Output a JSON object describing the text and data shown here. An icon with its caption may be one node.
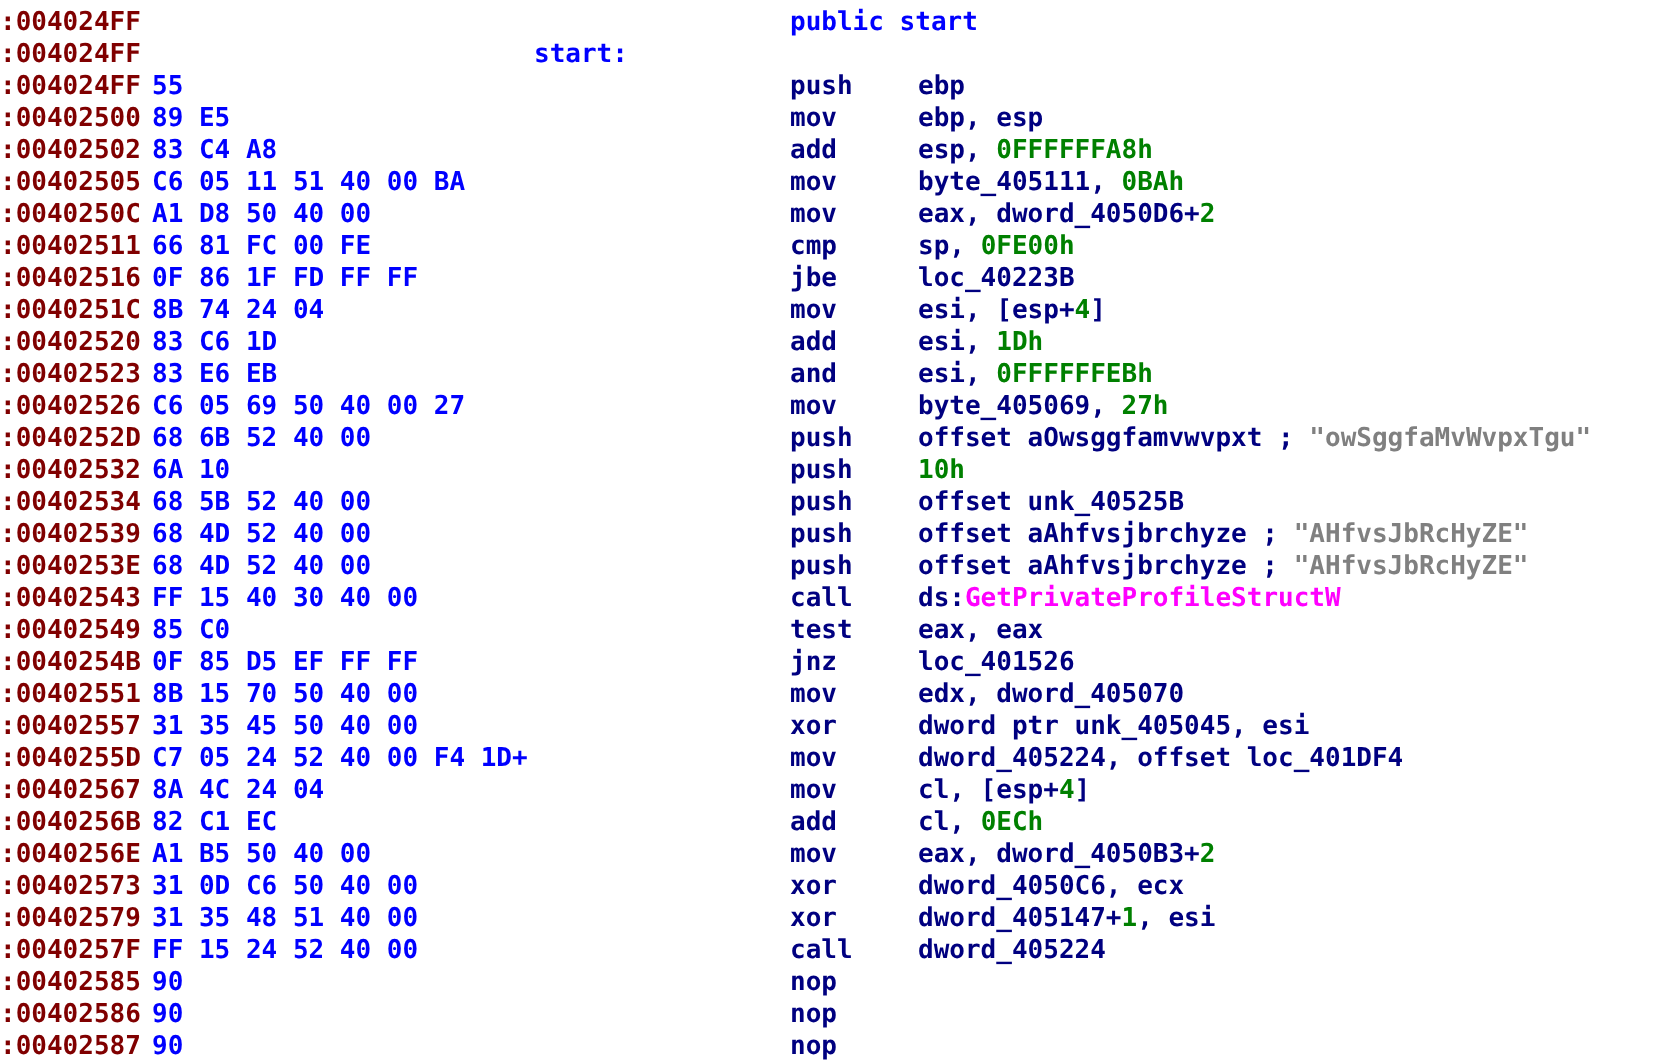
{
  "diagram": {
    "labels": [
      ":004024FF",
      "public start",
      ":004024FF",
      "start:",
      ":004024FF",
      "55",
      "push",
      "ebp",
      ":00402500",
      "89 E5",
      "mov",
      "ebp, esp",
      ":00402502",
      "83 C4 A8",
      "add",
      "esp, 0FFFFFFA8h",
      ":00402505",
      "C6 05 11 51 40 00 BA",
      "mov",
      "byte_405111, 0BAh",
      ":0040250C",
      "A1 D8 50 40 00",
      "mov",
      "eax, dword_4050D6+2",
      ":00402511",
      "66 81 FC 00 FE",
      "cmp",
      "sp, 0FE00h",
      ":00402516",
      "0F 86 1F FD FF FF",
      "jbe",
      "loc_40223B",
      ":0040251C",
      "8B 74 24 04",
      "mov",
      "esi, [esp+4]",
      ":00402520",
      "83 C6 1D",
      "add",
      "esi, 1Dh",
      ":00402523",
      "83 E6 EB",
      "and",
      "esi, 0FFFFFFEBh",
      ":00402526",
      "C6 05 69 50 40 00 27",
      "mov",
      "byte_405069, 27h",
      ":0040252D",
      "68 6B 52 40 00",
      "push",
      "offset aOwsggfamvwvpxt ; \"owSggfaMvWvpxTgu\"",
      ":00402532",
      "6A 10",
      "push",
      "10h",
      ":00402534",
      "68 5B 52 40 00",
      "push",
      "offset unk_40525B",
      ":00402539",
      "68 4D 52 40 00",
      "push",
      "offset aAhfvsjbrchyze ; \"AHfvsJbRcHyZE\"",
      ":0040253E",
      "68 4D 52 40 00",
      "push",
      "offset aAhfvsjbrchyze ; \"AHfvsJbRcHyZE\"",
      ":00402543",
      "FF 15 40 30 40 00",
      "call",
      "ds:GetPrivateProfileStructW",
      ":00402549",
      "85 C0",
      "test",
      "eax, eax",
      ":0040254B",
      "0F 85 D5 EF FF FF",
      "jnz",
      "loc_401526",
      ":00402551",
      "8B 15 70 50 40 00",
      "mov",
      "edx, dword_405070",
      ":00402557",
      "31 35 45 50 40 00",
      "xor",
      "dword ptr unk_405045, esi",
      ":0040255D",
      "C7 05 24 52 40 00 F4 1D+",
      "mov",
      "dword_405224, offset loc_401DF4",
      ":00402567",
      "8A 4C 24 04",
      "mov",
      "cl, [esp+4]",
      ":0040256B",
      "82 C1 EC",
      "add",
      "cl, 0ECh",
      ":0040256E",
      "A1 B5 50 40 00",
      "mov",
      "eax, dword_4050B3+2",
      ":00402573",
      "31 0D C6 50 40 00",
      "xor",
      "dword_4050C6, ecx",
      ":00402579",
      "31 35 48 51 40 00",
      "xor",
      "dword_405147+1, esi",
      ":0040257F",
      "FF 15 24 52 40 00",
      "call",
      "dword_405224",
      ":00402585",
      "90",
      "nop",
      ":00402586",
      "90",
      "nop",
      ":00402587",
      "90",
      "nop"
    ]
  }
}
